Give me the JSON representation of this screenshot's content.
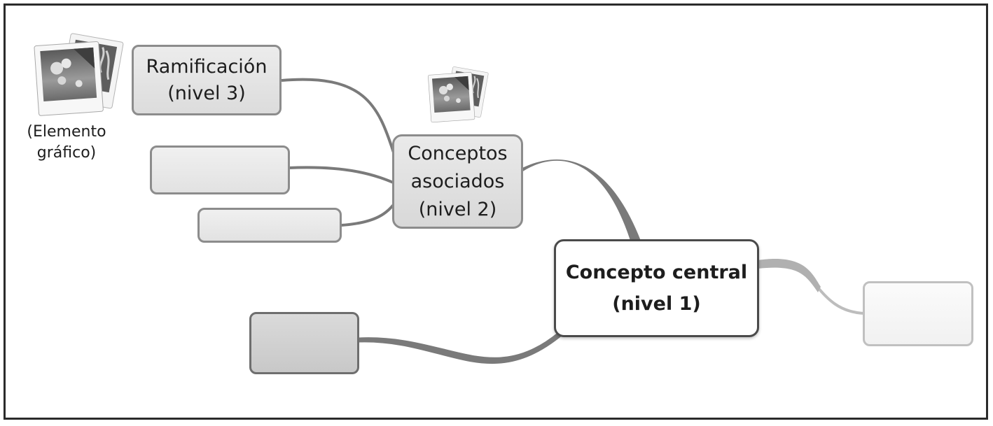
{
  "diagram": {
    "central_node": {
      "line1": "Concepto central",
      "line2": "(nivel 1)"
    },
    "level2_node": {
      "line1": "Conceptos",
      "line2": "asociados",
      "line3": "(nivel 2)"
    },
    "level3_node": {
      "line1": "Ramificación",
      "line2": "(nivel 3)"
    },
    "graphic_caption": {
      "line1": "(Elemento",
      "line2": "gráfico)"
    }
  },
  "colors": {
    "frame": "#2b2b2b",
    "branch_main": "#7a7a7a",
    "branch_light": "#bdbdbd",
    "node_fill": "#dcdcdc",
    "node_border": "#8c8c8c",
    "central_border": "#4a4a4a"
  },
  "icons": [
    "photo-stack-icon",
    "photo-stack-icon"
  ]
}
